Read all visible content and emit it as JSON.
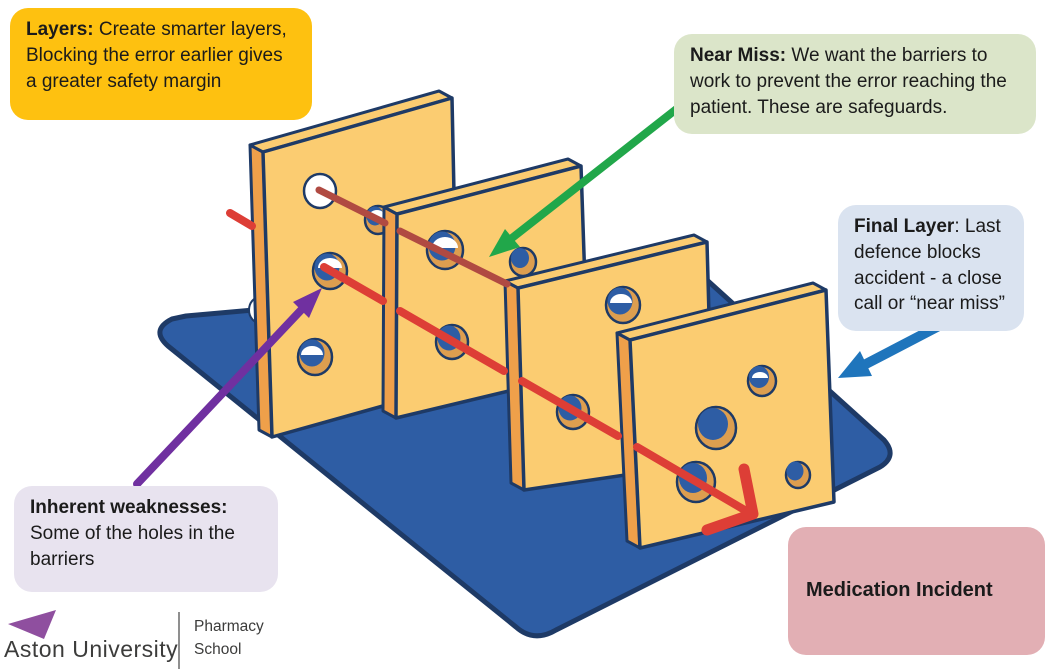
{
  "callouts": {
    "layers": {
      "bold": "Layers:",
      "rest": " Create smarter layers, Blocking the error earlier gives a greater safety margin",
      "bg": "#FEC110"
    },
    "near_miss": {
      "bold": "Near Miss:",
      "rest": " We want the barriers to work to prevent the error reaching the patient. These are safeguards.",
      "bg": "#DBE5C9"
    },
    "final_layer": {
      "bold": "Final Layer",
      "rest": ": Last defence blocks accident - a close call or “near miss”",
      "bg": "#DAE3F0"
    },
    "inherent_weaknesses": {
      "bold": "Inherent weaknesses:",
      "rest": " Some of the holes in the barriers",
      "bg": "#E8E3EF"
    },
    "medication_incident": {
      "bold": "Medication Incident",
      "rest": "",
      "bg": "#E2AFB4"
    }
  },
  "logo": {
    "university": "Aston University",
    "school_line1": "Pharmacy",
    "school_line2": "School"
  },
  "illustration": {
    "description": "Swiss cheese model: four barrier slices with holes standing on a blue base",
    "barrier_count": "4",
    "colors": {
      "base_blue": "#2E5DA4",
      "outline_navy": "#1E3A66",
      "cheese_yellow": "#FBCC71",
      "cheese_side_orange": "#EFA04A",
      "hole_rim_tan": "#DD9E4F",
      "error_red": "#DD3E36",
      "blocked_red": "#B04A42",
      "pointer_purple": "#7030A0",
      "pointer_green": "#21A74A",
      "pointer_blue": "#1F75BC",
      "logo_purple": "#8F4F9F"
    }
  }
}
